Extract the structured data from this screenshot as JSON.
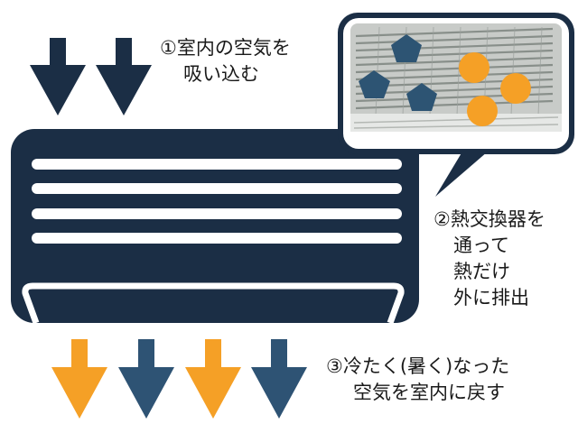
{
  "colors": {
    "navy": "#1b2e45",
    "blue": "#2e5374",
    "orange": "#f5a026",
    "coil_bg": "#c9ccc9",
    "particle_blue": "#2d5473"
  },
  "steps": {
    "intake": {
      "line1": "①室内の空気を",
      "line2": "吸い込む"
    },
    "exchange": {
      "line1": "②熱交換器を",
      "line2": "通って",
      "line3": "熱だけ",
      "line4": "外に排出"
    },
    "output": {
      "line1": "③冷たく(暑く)なった",
      "line2": "空気を室内に戻す"
    }
  },
  "icons": {
    "intake_arrows": [
      "arrow-down-icon",
      "arrow-down-icon"
    ],
    "output_arrows": [
      "orange",
      "blue",
      "orange",
      "blue"
    ],
    "particles_hot": [
      "pentagon-icon",
      "pentagon-icon",
      "pentagon-icon"
    ],
    "particles_cold": [
      "circle-icon",
      "circle-icon",
      "circle-icon"
    ]
  }
}
